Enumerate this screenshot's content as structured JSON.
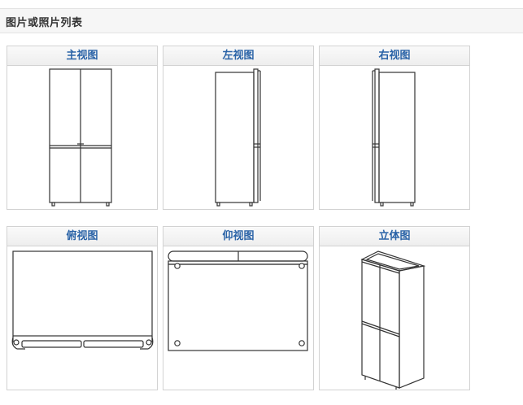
{
  "section": {
    "title": "图片或照片列表"
  },
  "views": [
    {
      "label": "主视图",
      "icon": "refrigerator-front-view-drawing"
    },
    {
      "label": "左视图",
      "icon": "refrigerator-left-view-drawing"
    },
    {
      "label": "右视图",
      "icon": "refrigerator-right-view-drawing"
    },
    {
      "label": "俯视图",
      "icon": "refrigerator-top-view-drawing"
    },
    {
      "label": "仰视图",
      "icon": "refrigerator-bottom-view-drawing"
    },
    {
      "label": "立体图",
      "icon": "refrigerator-3d-view-drawing"
    }
  ],
  "colors": {
    "label_blue": "#2a63a7",
    "header_bg": "#f6f6f6",
    "border": "#d2d2d2"
  }
}
